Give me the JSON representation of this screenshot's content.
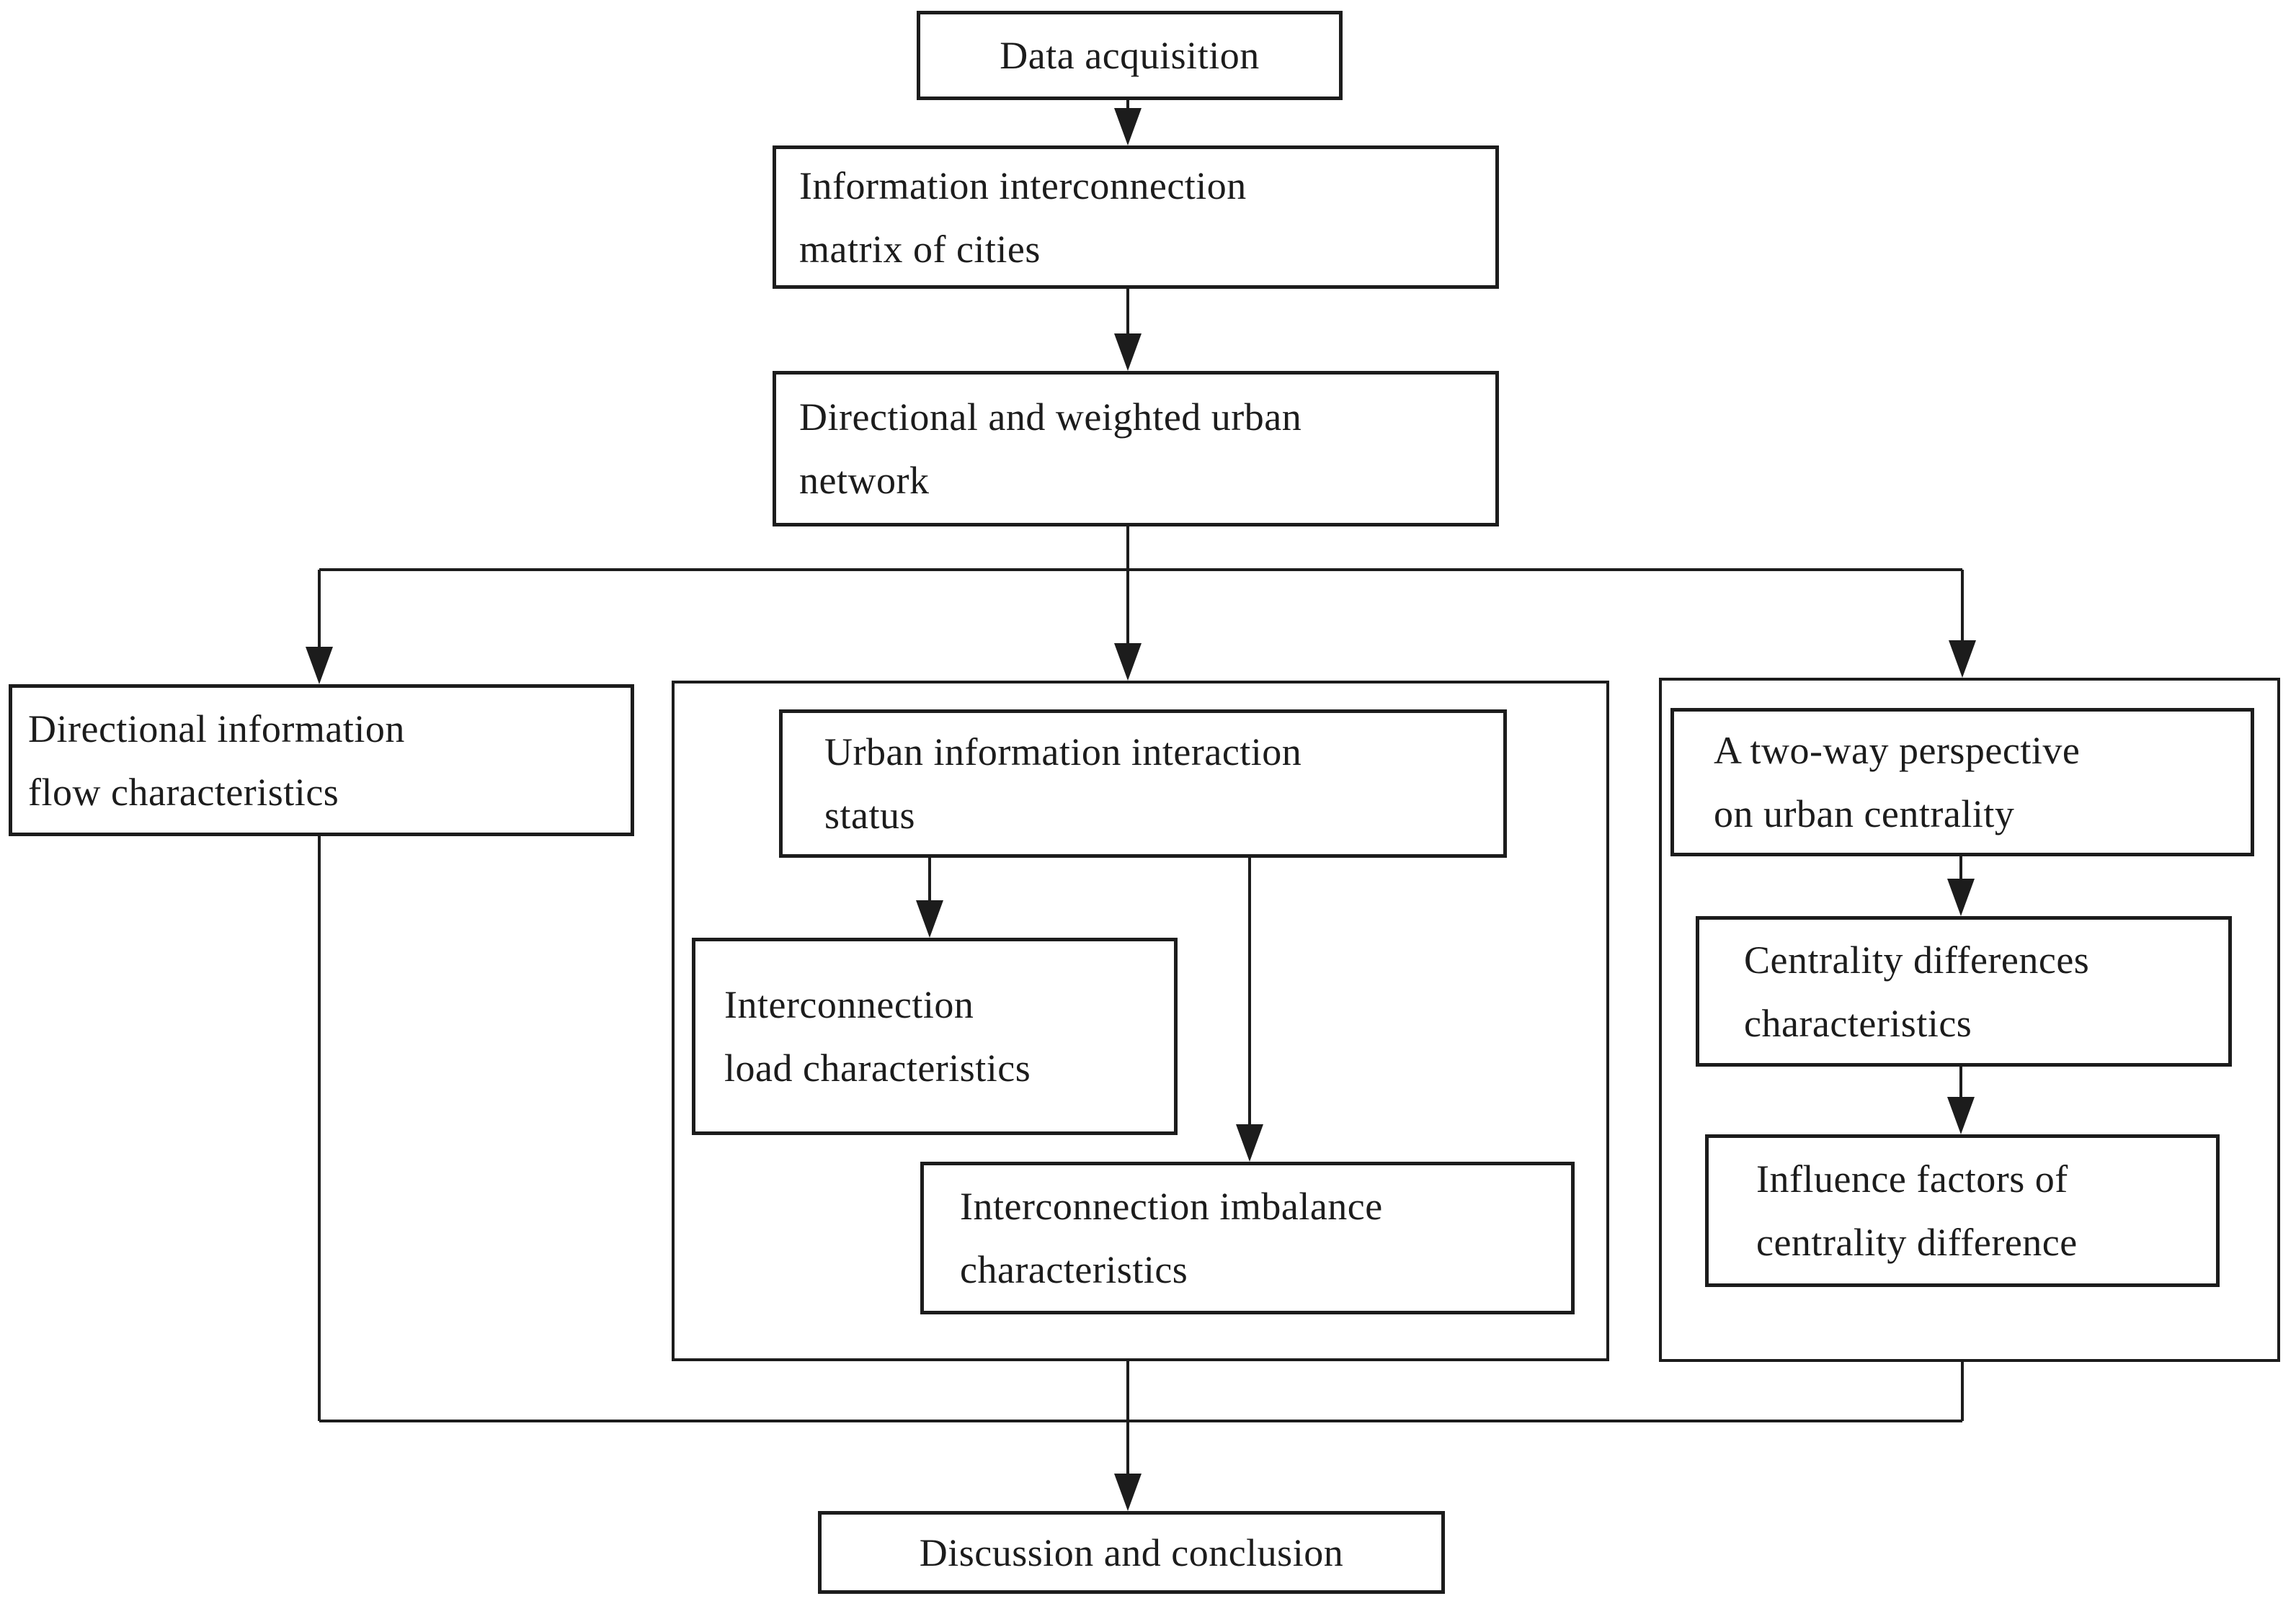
{
  "diagram": {
    "type": "flowchart",
    "background_color": "#ffffff",
    "line_color": "#1c1c1c",
    "nodes": {
      "data_acquisition": {
        "label": "Data acquisition"
      },
      "info_matrix": {
        "label": "Information interconnection\nmatrix of cities"
      },
      "weighted_network": {
        "label": "Directional and weighted urban\nnetwork"
      },
      "flow_characteristics": {
        "label": "Directional information\nflow characteristics"
      },
      "interaction_status": {
        "label": "Urban information interaction\nstatus"
      },
      "load_characteristics": {
        "label": "Interconnection\nload characteristics"
      },
      "imbalance_characteristics": {
        "label": "Interconnection imbalance\ncharacteristics"
      },
      "two_way_perspective": {
        "label": "A two-way perspective\non urban centrality"
      },
      "centrality_differences": {
        "label": "Centrality differences\ncharacteristics"
      },
      "influence_factors": {
        "label": "Influence factors of\ncentrality difference"
      },
      "discussion": {
        "label": "Discussion and conclusion"
      }
    }
  }
}
